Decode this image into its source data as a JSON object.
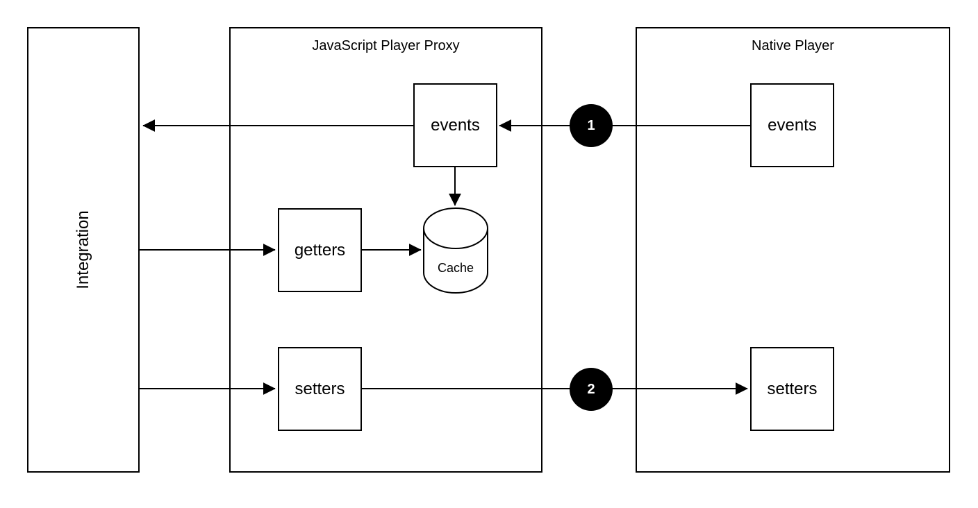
{
  "diagram": {
    "integration": {
      "label": "Integration"
    },
    "proxy": {
      "title": "JavaScript Player Proxy",
      "events_label": "events",
      "getters_label": "getters",
      "setters_label": "setters",
      "cache_label": "Cache"
    },
    "native": {
      "title": "Native Player",
      "events_label": "events",
      "setters_label": "setters"
    },
    "badges": {
      "step1": "1",
      "step2": "2"
    },
    "colors": {
      "stroke": "#000000",
      "node_fill": "#ffffff",
      "badge_fill": "#000000",
      "badge_text": "#ffffff",
      "canvas_bg": "#ffffff"
    }
  }
}
